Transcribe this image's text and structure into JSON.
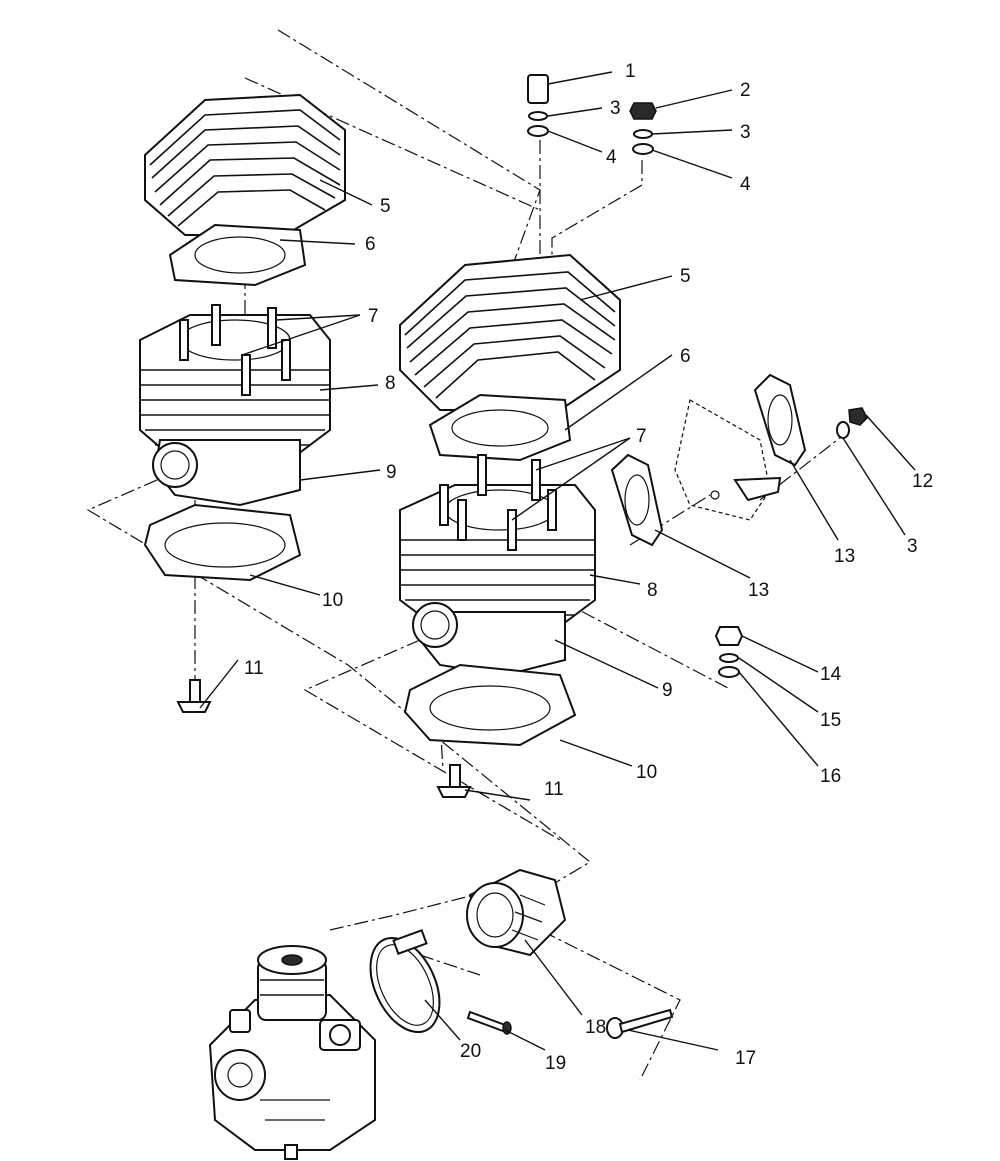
{
  "callouts": {
    "c1": "1",
    "c2": "2",
    "c3a": "3",
    "c3b": "3",
    "c3c": "3",
    "c4a": "4",
    "c4b": "4",
    "c5a": "5",
    "c5b": "5",
    "c6a": "6",
    "c6b": "6",
    "c7a": "7",
    "c7b": "7",
    "c8a": "8",
    "c8b": "8",
    "c9a": "9",
    "c9b": "9",
    "c10a": "10",
    "c10b": "10",
    "c11a": "11",
    "c11b": "11",
    "c12": "12",
    "c13a": "13",
    "c13b": "13",
    "c14": "14",
    "c15": "15",
    "c16": "16",
    "c17": "17",
    "c18": "18",
    "c19": "19",
    "c20": "20"
  }
}
